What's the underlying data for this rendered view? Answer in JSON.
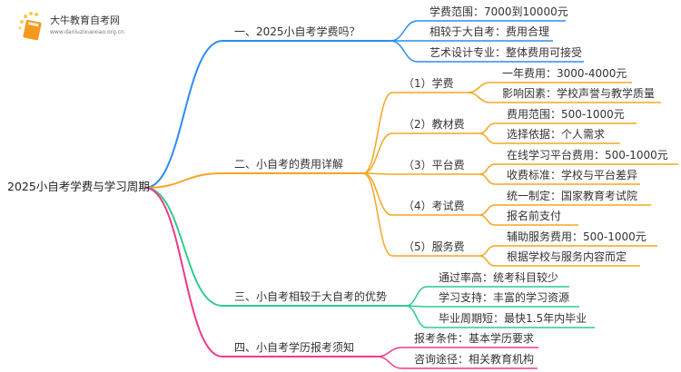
{
  "logo": {
    "title": "大牛教育自考网",
    "url": "www.daniuzixuexiao.org.cn"
  },
  "colors": {
    "blue": "#2e8cf0",
    "orange": "#f5a623",
    "green": "#2ecc8a",
    "pink": "#f0388a"
  },
  "root": "2025小自考学费与学习周期",
  "branches": [
    {
      "label": "一、2025小自考学费吗？",
      "children": [
        {
          "label": "学费范围：7000到10000元"
        },
        {
          "label": "相较于大自考：费用合理"
        },
        {
          "label": "艺术设计专业：整体费用可接受"
        }
      ]
    },
    {
      "label": "二、小自考的费用详解",
      "children": [
        {
          "label": "（1）学费",
          "children": [
            {
              "label": "一年费用：3000-4000元"
            },
            {
              "label": "影响因素：学校声誉与教学质量"
            }
          ]
        },
        {
          "label": "（2）教材费",
          "children": [
            {
              "label": "费用范围：500-1000元"
            },
            {
              "label": "选择依据：个人需求"
            }
          ]
        },
        {
          "label": "（3）平台费",
          "children": [
            {
              "label": "在线学习平台费用：500-1000元"
            },
            {
              "label": "收费标准：学校与平台差异"
            }
          ]
        },
        {
          "label": "（4）考试费",
          "children": [
            {
              "label": "统一制定：国家教育考试院"
            },
            {
              "label": "报名前支付"
            }
          ]
        },
        {
          "label": "（5）服务费",
          "children": [
            {
              "label": "辅助服务费用：500-1000元"
            },
            {
              "label": "根据学校与服务内容而定"
            }
          ]
        }
      ]
    },
    {
      "label": "三、小自考相较于大自考的优势",
      "children": [
        {
          "label": "通过率高：统考科目较少"
        },
        {
          "label": "学习支持：丰富的学习资源"
        },
        {
          "label": "毕业周期短：最快1.5年内毕业"
        }
      ]
    },
    {
      "label": "四、小自考学历报考须知",
      "children": [
        {
          "label": "报考条件：基本学历要求"
        },
        {
          "label": "咨询途径：相关教育机构"
        }
      ]
    }
  ]
}
